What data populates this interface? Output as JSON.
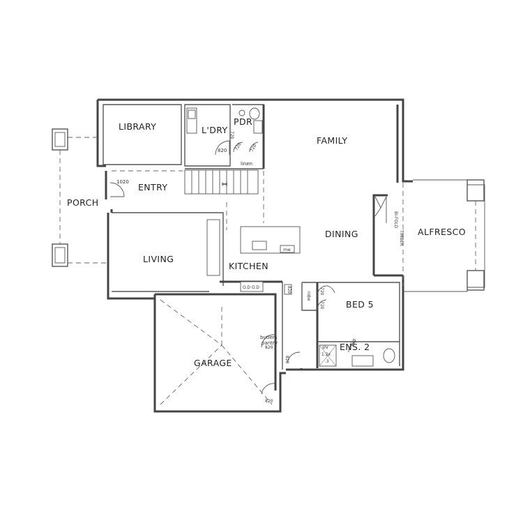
{
  "rooms": {
    "library": "LIBRARY",
    "laundry": "L'DRY",
    "powder": "PDR",
    "family": "FAMILY",
    "entry": "ENTRY",
    "porch": "PORCH",
    "dining": "DINING",
    "alfresco": "ALFRESCO",
    "living": "LIVING",
    "kitchen": "KITCHEN",
    "bed5": "BED 5",
    "garage": "GARAGE",
    "ensuite": "ENS. 2"
  },
  "annotations": {
    "linen": "linen",
    "door_1020": "1020",
    "door_820_laundry": "820",
    "door_720_a": "720",
    "door_720_b": "720",
    "door_720_c": "720",
    "bifold_line1": "BI-FOLD",
    "bifold_line2": "TIMBER",
    "robe": "robe",
    "door_720_robe": "720",
    "door_720_bed": "720",
    "door_820_bed": "820",
    "door_820_ens": "820",
    "door_820_pantry": "820",
    "door_820_garage_side": "820",
    "door_820_garage": "820",
    "butlers_line1": "butlers",
    "butlers_line2": "pantry",
    "shower_line1": "shr",
    "shower_line2": "1.2x",
    "shower_line3": ".3",
    "mw": "mw",
    "dishwasher_marks": "O.D O.D"
  }
}
